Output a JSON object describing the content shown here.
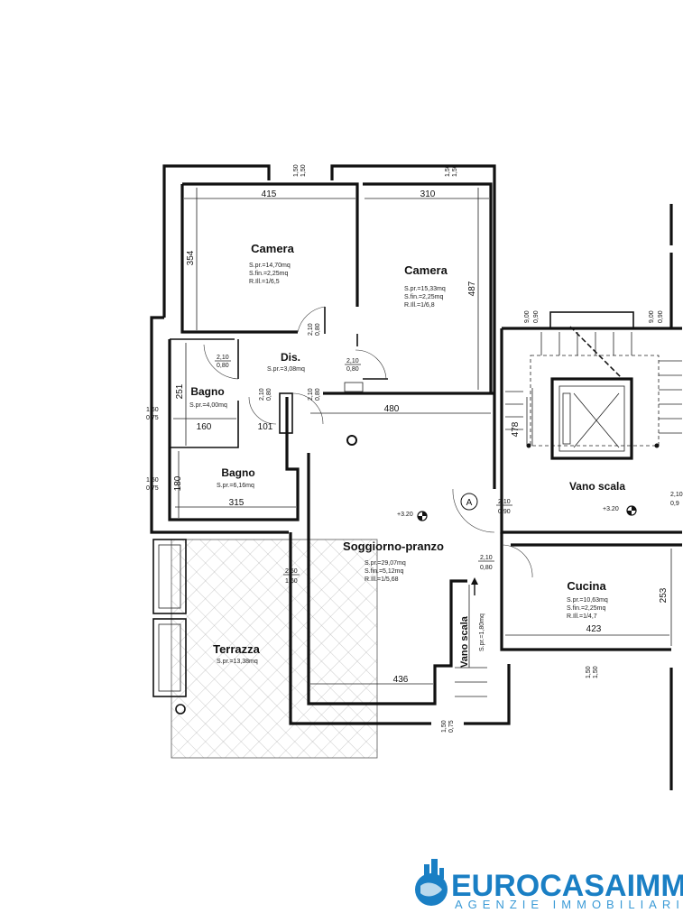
{
  "rooms": {
    "camera1": {
      "name": "Camera",
      "lines": [
        "S.pr.=14,70mq",
        "S.fin.=2,25mq",
        "R.Ill.=1/6,5"
      ]
    },
    "camera2": {
      "name": "Camera",
      "lines": [
        "S.pr.=15,33mq",
        "S.fin.=2,25mq",
        "R.Ill.=1/6,8"
      ]
    },
    "dis": {
      "name": "Dis.",
      "lines": [
        "S.pr.=3,08mq"
      ]
    },
    "bagno1": {
      "name": "Bagno",
      "lines": [
        "S.pr.=4,00mq"
      ]
    },
    "bagno2": {
      "name": "Bagno",
      "lines": [
        "S.pr.=6,16mq"
      ]
    },
    "soggiorno": {
      "name": "Soggiorno-pranzo",
      "lines": [
        "S.pr.=29,07mq",
        "S.fin.=5,12mq",
        "R.Ill.=1/5,68"
      ]
    },
    "cucina": {
      "name": "Cucina",
      "lines": [
        "S.pr.=10,63mq",
        "S.fin.=2,25mq",
        "R.Ill.=1/4,7"
      ]
    },
    "terrazza": {
      "name": "Terrazza",
      "lines": [
        "S.pr.=13,38mq"
      ]
    },
    "vano_scala_main": {
      "name": "Vano scala"
    },
    "vano_scala_small": {
      "name": "Vano scala",
      "lines": [
        "S.pr.=1,80mq"
      ]
    }
  },
  "dimensions": {
    "d415": "415",
    "d310": "310",
    "d354": "354",
    "d487": "487",
    "d480": "480",
    "d251": "251",
    "d160": "160",
    "d101": "101",
    "d180": "180",
    "d315": "315",
    "d436": "436",
    "d423": "423",
    "d253": "253",
    "d478": "478"
  },
  "door_labels": {
    "d210a": "2,10",
    "d080a": "0,80",
    "d210b": "2,10",
    "d080b": "0,80",
    "d210c": "2,10",
    "d080c": "0,80",
    "d210d": "2,10",
    "d080d": "0,80",
    "d210e": "2,10",
    "d080e": "0,80",
    "d210f": "2,10",
    "d090f": "0,90",
    "d210g": "2,10",
    "d080g": "0,80",
    "d250": "2,50",
    "d160b": "1,60",
    "d210h": "2,10",
    "d090h": "0,9"
  },
  "window_labels": {
    "w150a": "1,50",
    "w150a2": "1,50",
    "w150b": "1,50",
    "w150b2": "1,50",
    "w150c": "1,50",
    "w075c": "0,75",
    "w150d": "1,50",
    "w075d": "0,75",
    "w900a": "9,00",
    "w090a": "0,90",
    "w900b": "9,00",
    "w090b": "0,90",
    "w150e": "1,50",
    "w150e2": "1,50",
    "w150f": "1,50",
    "w075f": "0,75"
  },
  "elevations": {
    "e1": "+3.20",
    "e2": "+3.20"
  },
  "markers": {
    "a": "A"
  },
  "logo": {
    "brand": "EUROCASAIMM",
    "tagline": "AGENZIE IMMOBILIARI"
  }
}
